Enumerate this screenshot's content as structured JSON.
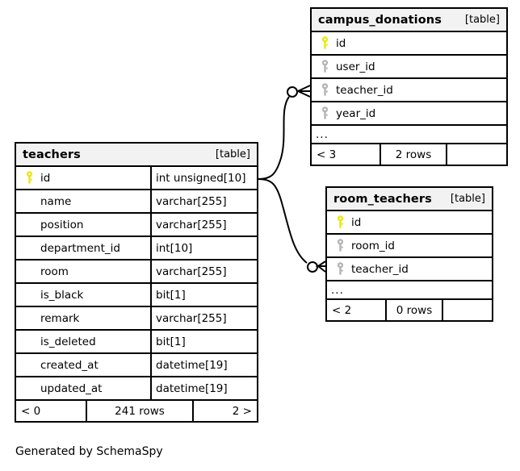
{
  "diagram": {
    "type": "entity-relationship-diagram",
    "caption": "Generated by SchemaSpy",
    "colors": {
      "background": "#ffffff",
      "border": "#000000",
      "header_fill": "#f2f2f2",
      "primary_key_icon": "#e8e80e",
      "foreign_key_icon": "#b3b3b3"
    }
  },
  "tables": {
    "teachers": {
      "name": "teachers",
      "tag": "[table]",
      "columns": [
        {
          "name": "id",
          "type": "int unsigned[10]",
          "key": "primary"
        },
        {
          "name": "name",
          "type": "varchar[255]",
          "key": "none"
        },
        {
          "name": "position",
          "type": "varchar[255]",
          "key": "none"
        },
        {
          "name": "department_id",
          "type": "int[10]",
          "key": "none"
        },
        {
          "name": "room",
          "type": "varchar[255]",
          "key": "none"
        },
        {
          "name": "is_black",
          "type": "bit[1]",
          "key": "none"
        },
        {
          "name": "remark",
          "type": "varchar[255]",
          "key": "none"
        },
        {
          "name": "is_deleted",
          "type": "bit[1]",
          "key": "none"
        },
        {
          "name": "created_at",
          "type": "datetime[19]",
          "key": "none"
        },
        {
          "name": "updated_at",
          "type": "datetime[19]",
          "key": "none"
        }
      ],
      "has_ellipsis": false,
      "footer": {
        "left": "< 0",
        "middle": "241 rows",
        "right": "2 >"
      }
    },
    "campus_donations": {
      "name": "campus_donations",
      "tag": "[table]",
      "columns": [
        {
          "name": "id",
          "type": "",
          "key": "primary"
        },
        {
          "name": "user_id",
          "type": "",
          "key": "foreign"
        },
        {
          "name": "teacher_id",
          "type": "",
          "key": "foreign"
        },
        {
          "name": "year_id",
          "type": "",
          "key": "foreign"
        }
      ],
      "has_ellipsis": true,
      "ellipsis": "...",
      "footer": {
        "left": "< 3",
        "middle": "2 rows",
        "right": ""
      }
    },
    "room_teachers": {
      "name": "room_teachers",
      "tag": "[table]",
      "columns": [
        {
          "name": "id",
          "type": "",
          "key": "primary"
        },
        {
          "name": "room_id",
          "type": "",
          "key": "foreign"
        },
        {
          "name": "teacher_id",
          "type": "",
          "key": "foreign"
        }
      ],
      "has_ellipsis": true,
      "ellipsis": "...",
      "footer": {
        "left": "< 2",
        "middle": "0 rows",
        "right": ""
      }
    }
  },
  "relationships": [
    {
      "from_table": "teachers",
      "from_column": "id",
      "to_table": "campus_donations",
      "to_column": "teacher_id",
      "cardinality": "zero-or-many",
      "notation": "circle-and-crowsfoot"
    },
    {
      "from_table": "teachers",
      "from_column": "id",
      "to_table": "room_teachers",
      "to_column": "teacher_id",
      "cardinality": "zero-or-many",
      "notation": "circle-and-crowsfoot"
    }
  ]
}
